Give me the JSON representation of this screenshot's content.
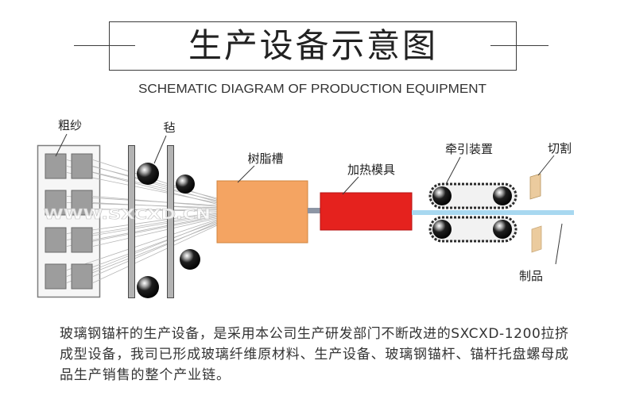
{
  "title": "生产设备示意图",
  "subtitle": "SCHEMATIC DIAGRAM OF PRODUCTION EQUIPMENT",
  "watermark": "WWW.SXCXD.CN",
  "diagram": {
    "roving": "粗纱",
    "felt": "毡",
    "resin_tank": "树脂槽",
    "heating_mold": "加热模具",
    "traction_device": "牵引装置",
    "cutting": "切割",
    "product": "制品"
  },
  "description": {
    "lines": [
      "玻璃钢锚杆的生产设备，是采用本公司生产研发部门不断改进的SXCXD-1200拉挤",
      "成型设备，我司已形成玻璃纤维原材料、生产设备、玻璃钢锚杆、锚杆托盘螺母成",
      "品生产销售的整个产业链。"
    ]
  },
  "colors": {
    "resin_tank": "#F4A462",
    "heating_mold": "#E5221E",
    "product_rod": "#A8D8F0",
    "cutter": "#EBCB9E"
  }
}
